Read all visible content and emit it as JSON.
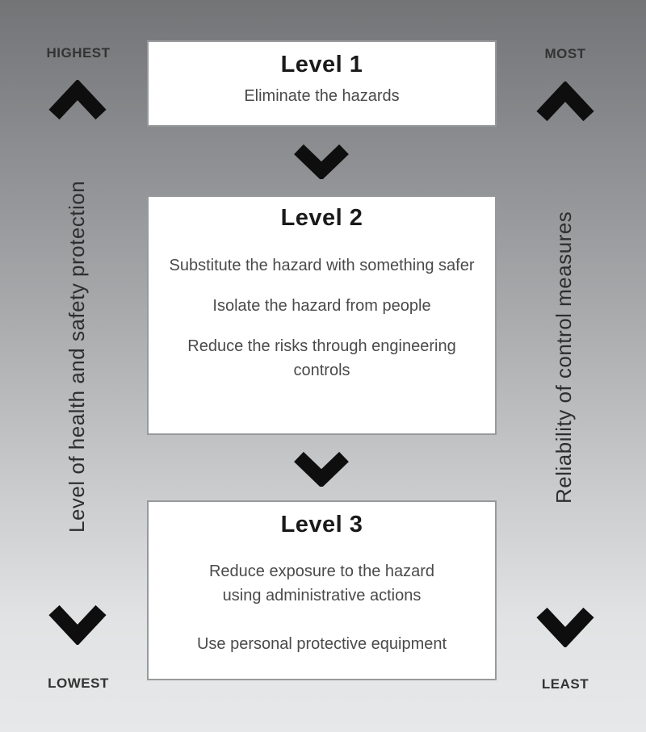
{
  "left_axis": {
    "top_label": "HIGHEST",
    "title": "Level of health and safety protection",
    "bottom_label": "LOWEST"
  },
  "right_axis": {
    "top_label": "MOST",
    "title": "Reliability of control measures",
    "bottom_label": "LEAST"
  },
  "levels": [
    {
      "title": "Level 1",
      "items": [
        "Eliminate the hazards"
      ]
    },
    {
      "title": "Level 2",
      "items": [
        "Substitute the hazard with something safer",
        "Isolate the hazard from people",
        "Reduce the risks through engineering controls"
      ]
    },
    {
      "title": "Level 3",
      "items": [
        "Reduce exposure to the hazard using administrative actions",
        "Use personal protective equipment"
      ]
    }
  ],
  "colors": {
    "background_top": "#737476",
    "background_bottom": "#e7e8e9",
    "box_background": "#ffffff",
    "box_border": "#97999b",
    "arrow_black": "#0e0e0e",
    "level_title_text": "#1a1a1a",
    "body_text": "#4a4a4a",
    "axis_label_text": "#333333",
    "axis_title_text": "#2e2e2e"
  }
}
